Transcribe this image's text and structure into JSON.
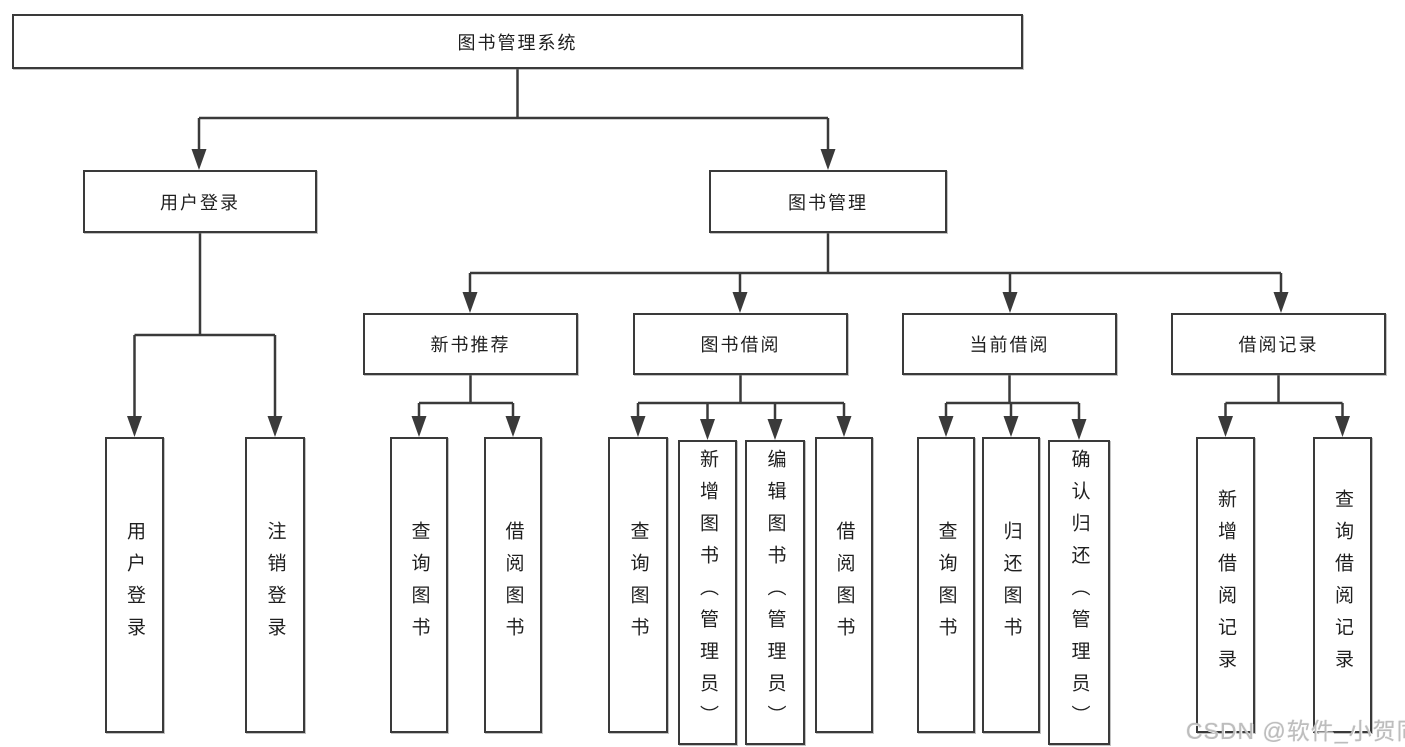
{
  "diagram_title": "图书管理系统",
  "tree": {
    "label": "图书管理系统",
    "children": [
      {
        "label": "用户登录",
        "children": [
          {
            "label": "用户登录"
          },
          {
            "label": "注销登录"
          }
        ]
      },
      {
        "label": "图书管理",
        "children": [
          {
            "label": "新书推荐",
            "children": [
              {
                "label": "查询图书"
              },
              {
                "label": "借阅图书"
              }
            ]
          },
          {
            "label": "图书借阅",
            "children": [
              {
                "label": "查询图书"
              },
              {
                "label": "新增图书（管理员）"
              },
              {
                "label": "编辑图书（管理员）"
              },
              {
                "label": "借阅图书"
              }
            ]
          },
          {
            "label": "当前借阅",
            "children": [
              {
                "label": "查询图书"
              },
              {
                "label": "归还图书"
              },
              {
                "label": "确认归还（管理员）"
              }
            ]
          },
          {
            "label": "借阅记录",
            "children": [
              {
                "label": "新增借阅记录"
              },
              {
                "label": "查询借阅记录"
              }
            ]
          }
        ]
      }
    ]
  },
  "watermark": "CSDN @软件_小贺同学",
  "colors": {
    "line": "#3a3a3a",
    "text": "#1f1f1f",
    "background": "#ffffff",
    "watermark": "#bdbdbd"
  }
}
